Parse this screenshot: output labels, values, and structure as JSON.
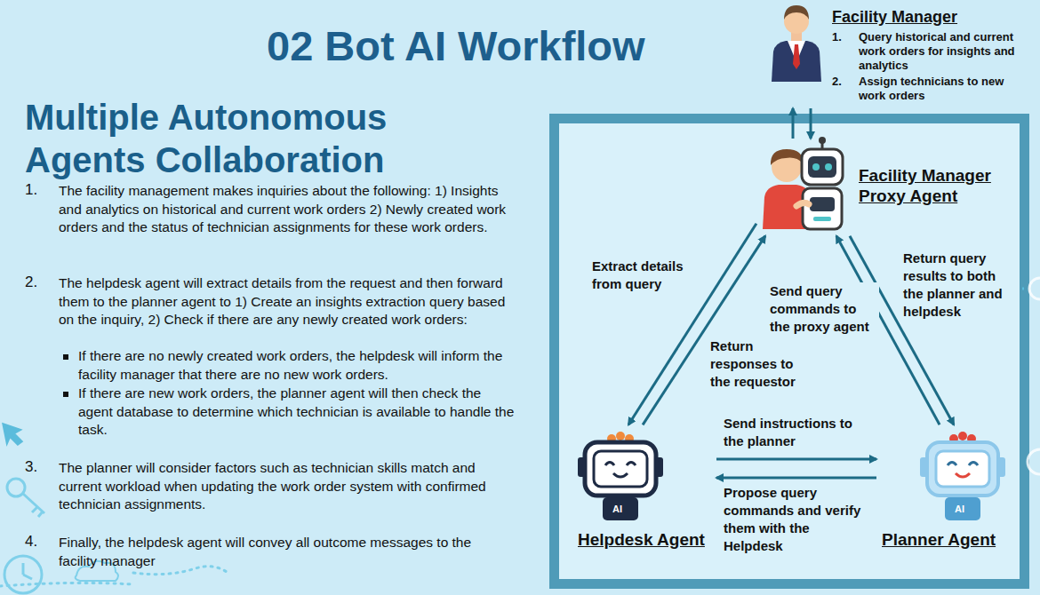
{
  "diagram": {
    "title": "02 Bot AI Workflow",
    "nodes": [
      {
        "text": [
          "Facility Manager",
          "1.",
          "Query historical and current work orders for insights and analytics",
          "2.",
          "Assign technicians to new work orders"
        ]
      },
      {
        "text": [
          "Facility Manager Proxy Agent"
        ]
      },
      {
        "text": [
          "Helpdesk Agent"
        ]
      },
      {
        "text": [
          "Planner Agent"
        ]
      }
    ],
    "edges": [
      {
        "from": 1,
        "to": 0,
        "arrow": "to"
      },
      {
        "from": 0,
        "to": 1,
        "arrow": "to"
      },
      {
        "from": 1,
        "to": 2,
        "label": "Extract details from query",
        "arrow": "to"
      },
      {
        "from": 2,
        "to": 1,
        "label": "Return responses to the requestor",
        "arrow": "to"
      },
      {
        "from": 3,
        "to": 1,
        "label": "Send query commands to the proxy agent",
        "arrow": "to"
      },
      {
        "from": 1,
        "to": 3,
        "label": "Return query results to both the planner and helpdesk",
        "arrow": "to"
      },
      {
        "from": 2,
        "to": 3,
        "label": "Send instructions to the planner",
        "arrow": "to"
      },
      {
        "from": 3,
        "to": 2,
        "label": "Propose query commands and verify them with the Helpdesk",
        "arrow": "to"
      }
    ],
    "labels": [
      "Multiple Autonomous Agents Collaboration",
      "1.",
      "The facility management makes inquiries about the following: 1) Insights and analytics on historical and current work orders 2) Newly created work orders and the status of technician assignments for these work orders.",
      "2.",
      "The helpdesk agent will extract details from the request and then forward them to the planner agent to 1) Create an insights extraction query based on the inquiry, 2) Check if there are any newly created work orders:",
      "If there are no newly created work orders, the helpdesk will inform the facility manager that there are no new work orders.",
      "If there are new work orders, the planner agent will then check the agent database to determine which technician is available to handle the task.",
      "3.",
      "The planner will consider factors such as technician skills match and current workload when updating the work order system with confirmed technician assignments.",
      "4.",
      "Finally, the helpdesk agent will convey all outcome messages to the facility manager",
      "AI",
      "AI"
    ]
  }
}
